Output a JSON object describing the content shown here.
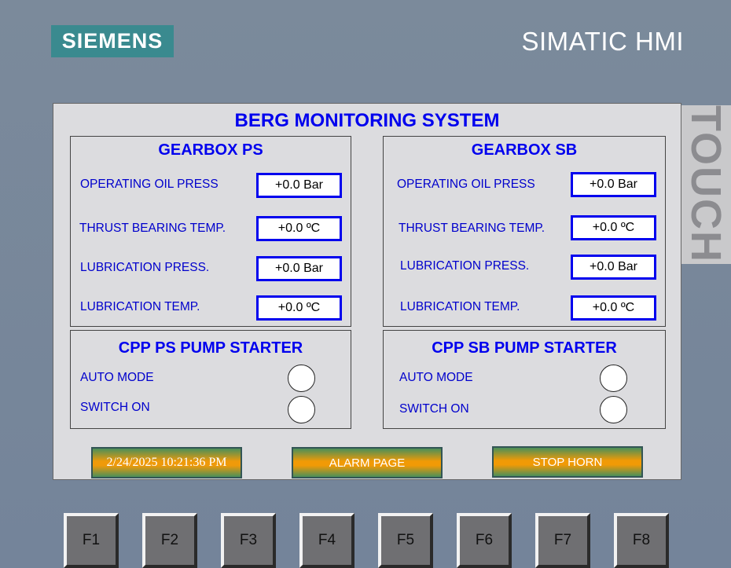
{
  "header": {
    "logo_text": "SIEMENS",
    "brand_text": "SIMATIC HMI",
    "touch_label": "TOUCH"
  },
  "screen": {
    "title": "BERG MONITORING SYSTEM"
  },
  "gearbox_ps": {
    "title": "GEARBOX PS",
    "rows": [
      {
        "label": "OPERATING OIL PRESS",
        "value": "+0.0 Bar"
      },
      {
        "label": "THRUST BEARING TEMP.",
        "value": "+0.0 ºC"
      },
      {
        "label": "LUBRICATION PRESS.",
        "value": "+0.0 Bar"
      },
      {
        "label": "LUBRICATION TEMP.",
        "value": "+0.0 ºC"
      }
    ]
  },
  "gearbox_sb": {
    "title": "GEARBOX SB",
    "rows": [
      {
        "label": "OPERATING OIL PRESS",
        "value": "+0.0 Bar"
      },
      {
        "label": "THRUST BEARING TEMP.",
        "value": "+0.0 ºC"
      },
      {
        "label": "LUBRICATION PRESS.",
        "value": "+0.0 Bar"
      },
      {
        "label": "LUBRICATION TEMP.",
        "value": "+0.0 ºC"
      }
    ]
  },
  "pump_ps": {
    "title": "CPP PS PUMP STARTER",
    "auto_mode_label": "AUTO MODE",
    "switch_on_label": "SWITCH ON"
  },
  "pump_sb": {
    "title": "CPP SB PUMP STARTER",
    "auto_mode_label": "AUTO MODE",
    "switch_on_label": "SWITCH ON"
  },
  "footer_buttons": {
    "datetime": "2/24/2025 10:21:36 PM",
    "alarm_page": "ALARM PAGE",
    "stop_horn": "STOP HORN"
  },
  "function_keys": [
    "F1",
    "F2",
    "F3",
    "F4",
    "F5",
    "F6",
    "F7",
    "F8"
  ],
  "colors": {
    "accent_blue": "#0000ee",
    "button_orange": "#f19a06",
    "logo_teal": "#3a8a8f",
    "bezel": "#778899",
    "screen_bg": "#dcdcdf"
  }
}
